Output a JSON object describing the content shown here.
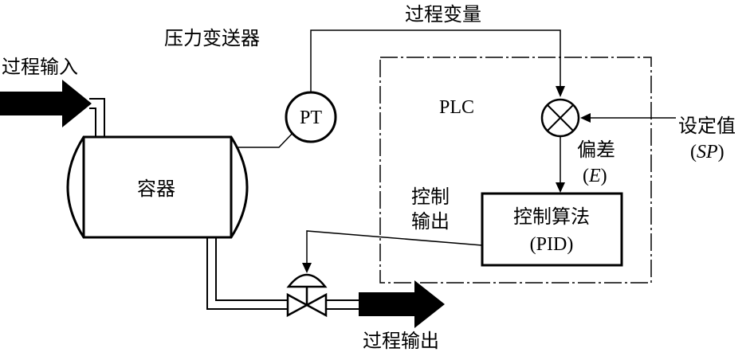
{
  "labels": {
    "process_input": "过程输入",
    "pressure_transmitter": "压力变送器",
    "process_variable": "过程变量",
    "transmitter_symbol": "PT",
    "vessel": "容器",
    "plc": "PLC",
    "setpoint_cn": "设定值",
    "setpoint_abbr_open": "(",
    "setpoint_abbr": "SP",
    "setpoint_abbr_close": ")",
    "error_cn": "偏差",
    "error_abbr_open": "(",
    "error_abbr": "E",
    "error_abbr_close": ")",
    "control_output_line1": "控制",
    "control_output_line2": "输出",
    "control_algorithm": "控制算法",
    "pid": "(PID)",
    "process_output": "过程输出"
  },
  "colors": {
    "stroke": "#000000",
    "background": "#ffffff"
  }
}
